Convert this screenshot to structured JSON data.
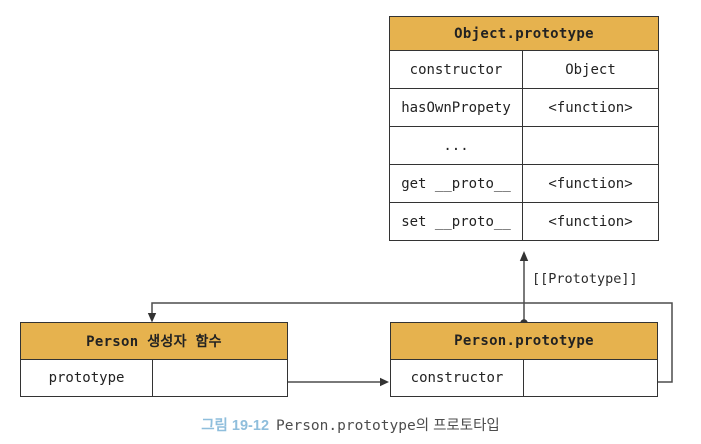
{
  "colors": {
    "header_bg": "#E6B24E",
    "table_border": "#333333",
    "wire": "#4d4d4d",
    "dot": "#333333",
    "caption_accent": "#8FBEDC",
    "caption_text": "#4d4d4d"
  },
  "tables": {
    "object_prototype": {
      "title": "Object.prototype",
      "rows": [
        {
          "key": "constructor",
          "value": "Object"
        },
        {
          "key": "hasOwnPropety",
          "value": "<function>"
        },
        {
          "key": "...",
          "value": ""
        },
        {
          "key": "get __proto__",
          "value": "<function>"
        },
        {
          "key": "set __proto__",
          "value": "<function>"
        }
      ]
    },
    "person_constructor": {
      "title": "Person 생성자 함수",
      "rows": [
        {
          "key": "prototype",
          "value": ""
        }
      ]
    },
    "person_prototype": {
      "title": "Person.prototype",
      "rows": [
        {
          "key": "constructor",
          "value": ""
        }
      ]
    }
  },
  "labels": {
    "prototype_link": "[[Prototype]]"
  },
  "caption": {
    "figure_number": "그림 19-12",
    "code": "Person.prototype",
    "suffix": "의 프로토타입"
  }
}
